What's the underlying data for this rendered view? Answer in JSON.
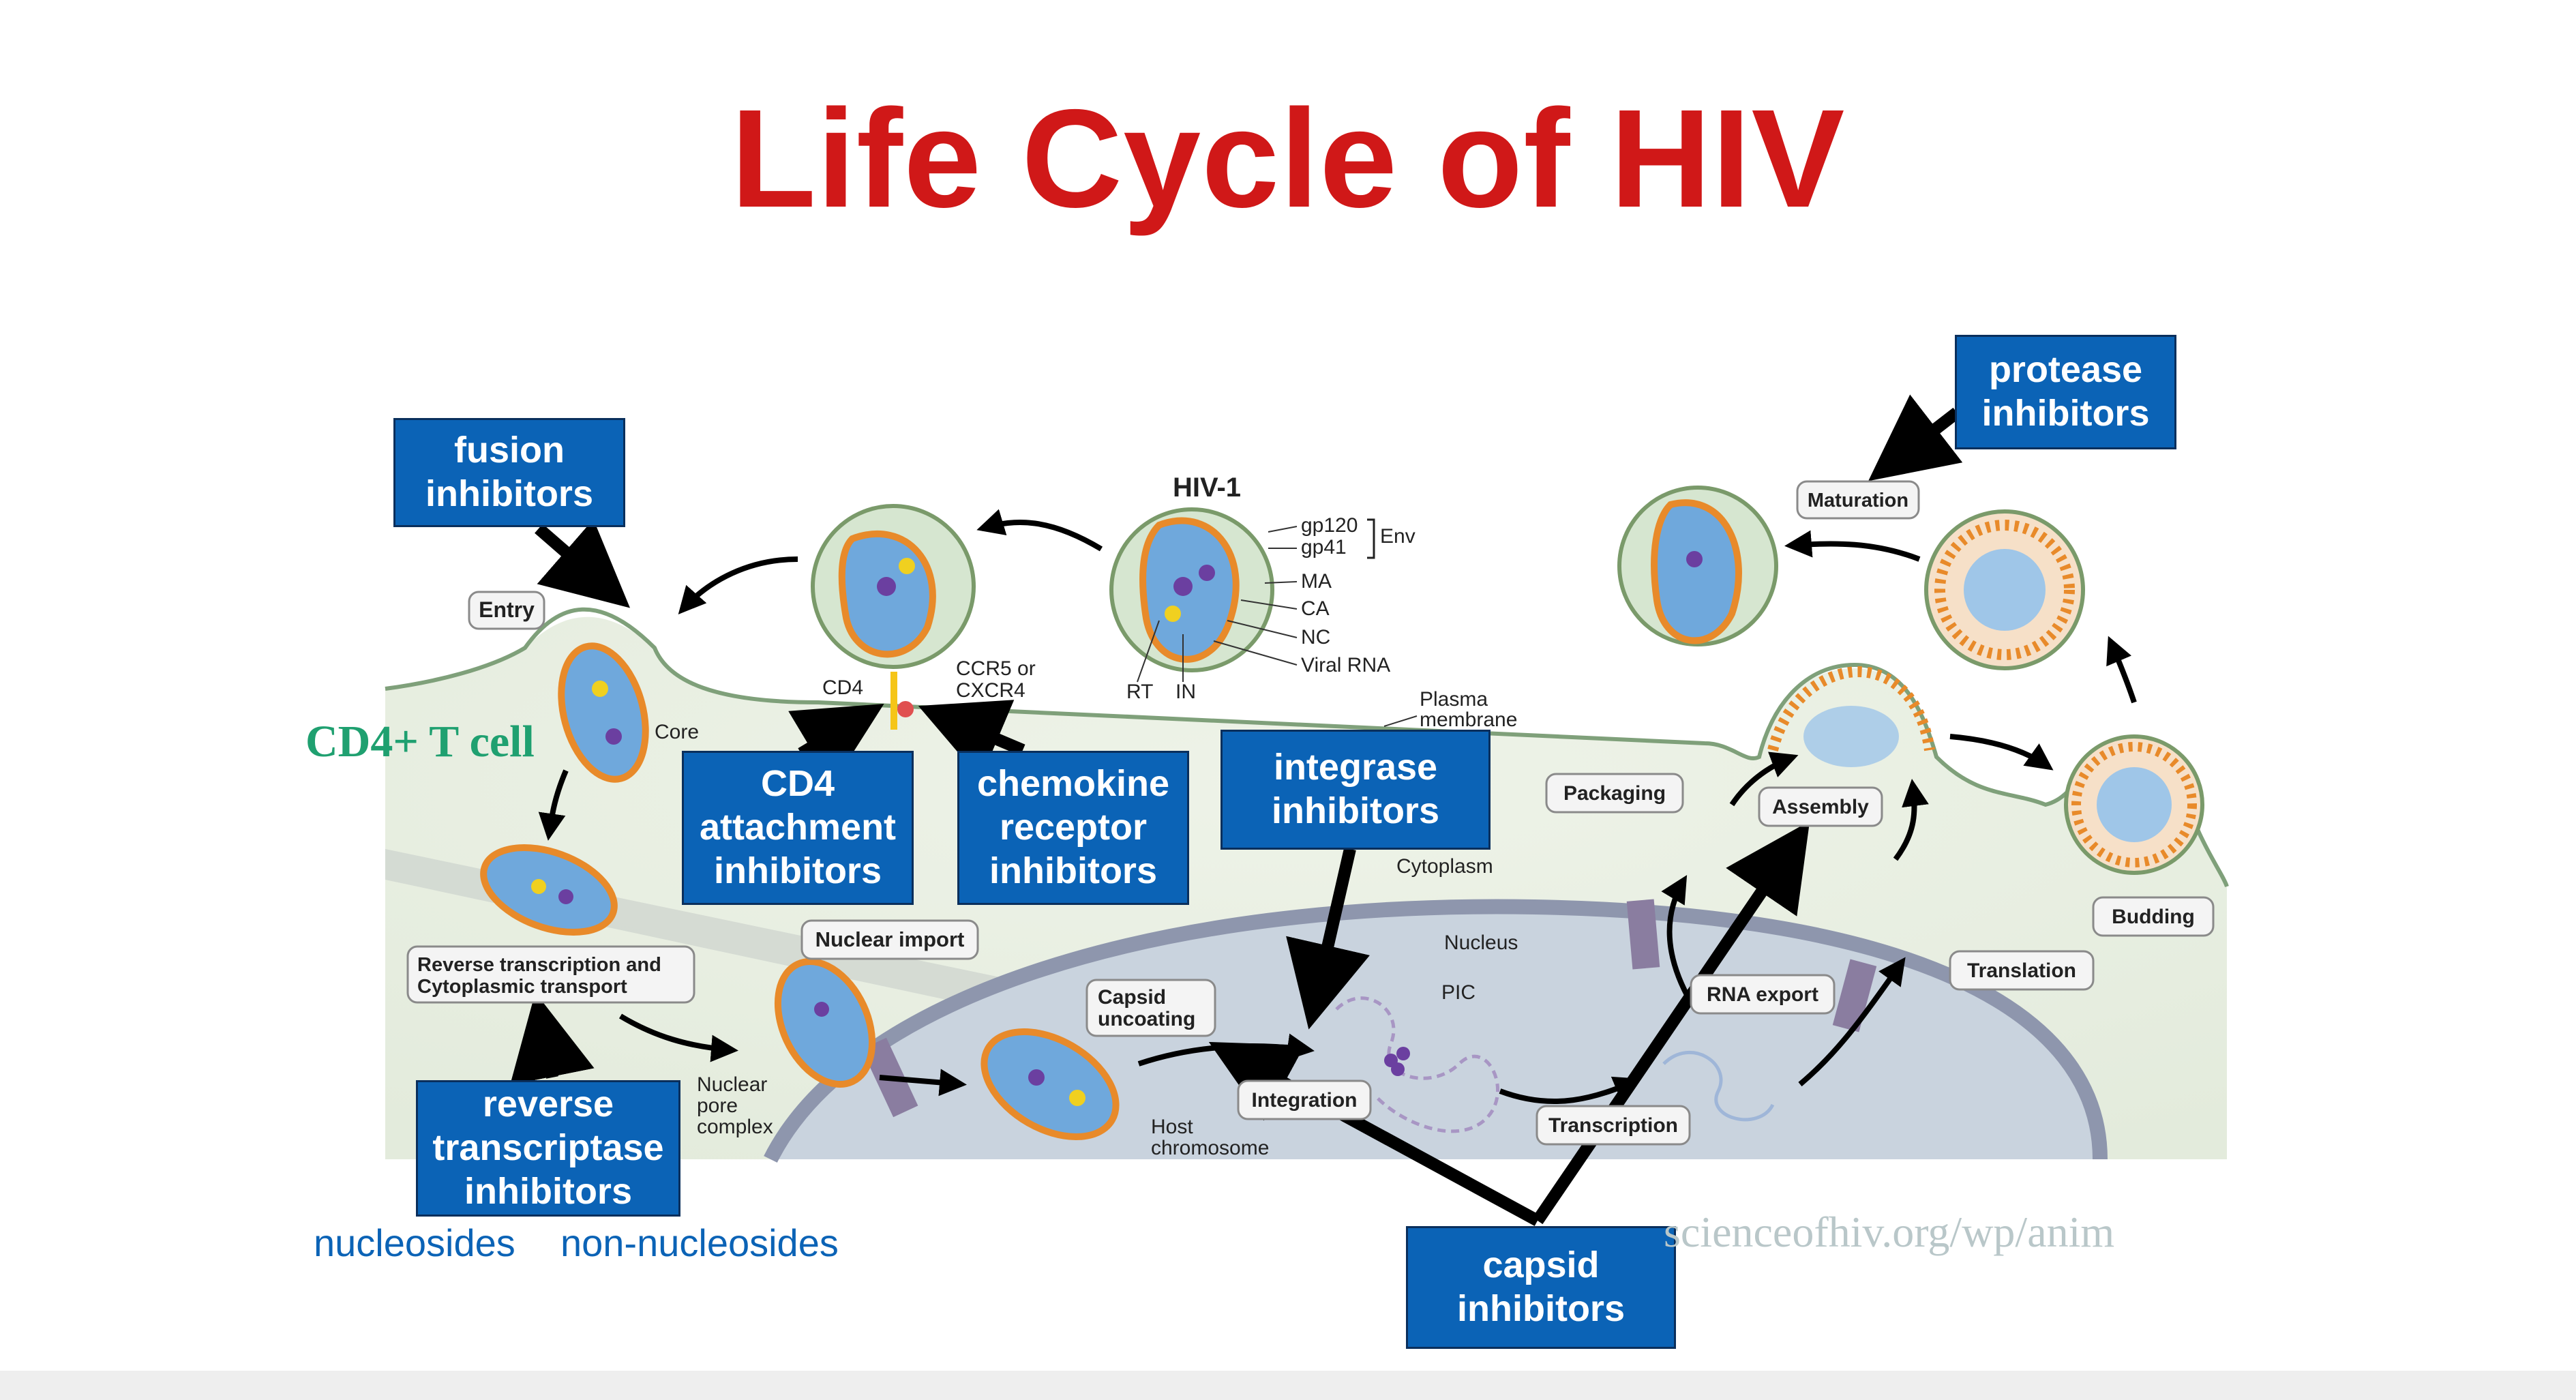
{
  "slide_title": "Life Cycle of HIV",
  "cell_label": "CD4+ T cell",
  "watermark": "scienceofhiv.org/wp/anim",
  "step_labels": {
    "entry": "Entry",
    "reverse_transcription": "Reverse transcription and\nCytoplasmic transport",
    "nuclear_import": "Nuclear import",
    "capsid_uncoating": "Capsid\nuncoating",
    "integration": "Integration",
    "transcription": "Transcription",
    "rna_export": "RNA export",
    "translation": "Translation",
    "packaging": "Packaging",
    "assembly": "Assembly",
    "budding": "Budding",
    "maturation": "Maturation"
  },
  "annotations": {
    "virion": "HIV-1",
    "gp120": "gp120",
    "gp41": "gp41",
    "env": "Env",
    "ma": "MA",
    "ca": "CA",
    "nc": "NC",
    "viral_rna": "Viral RNA",
    "rt": "RT",
    "in": "IN",
    "cd4": "CD4",
    "coreceptor": "CCR5 or\nCXCR4",
    "core": "Core",
    "plasma_membrane": "Plasma\nmembrane",
    "cytoplasm": "Cytoplasm",
    "nucleus": "Nucleus",
    "pic": "PIC",
    "nuclear_pore": "Nuclear\npore\ncomplex",
    "host_chromosome": "Host\nchromosome"
  },
  "drug_classes": {
    "fusion": "fusion\ninhibitors",
    "cd4_attachment": "CD4\nattachment\ninhibitors",
    "chemokine": "chemokine\nreceptor\ninhibitors",
    "integrase": "integrase\ninhibitors",
    "protease": "protease\ninhibitors",
    "reverse_transcriptase": "reverse\ntranscriptase\ninhibitors",
    "capsid": "capsid\ninhibitors"
  },
  "rt_subclasses": {
    "nucleosides": "nucleosides",
    "non_nucleosides": "non-nucleosides"
  },
  "colors": {
    "title": "#d01818",
    "drug_box": "#0b63b6",
    "cell_label": "#1fa070",
    "subclass_text": "#0b63b6"
  }
}
